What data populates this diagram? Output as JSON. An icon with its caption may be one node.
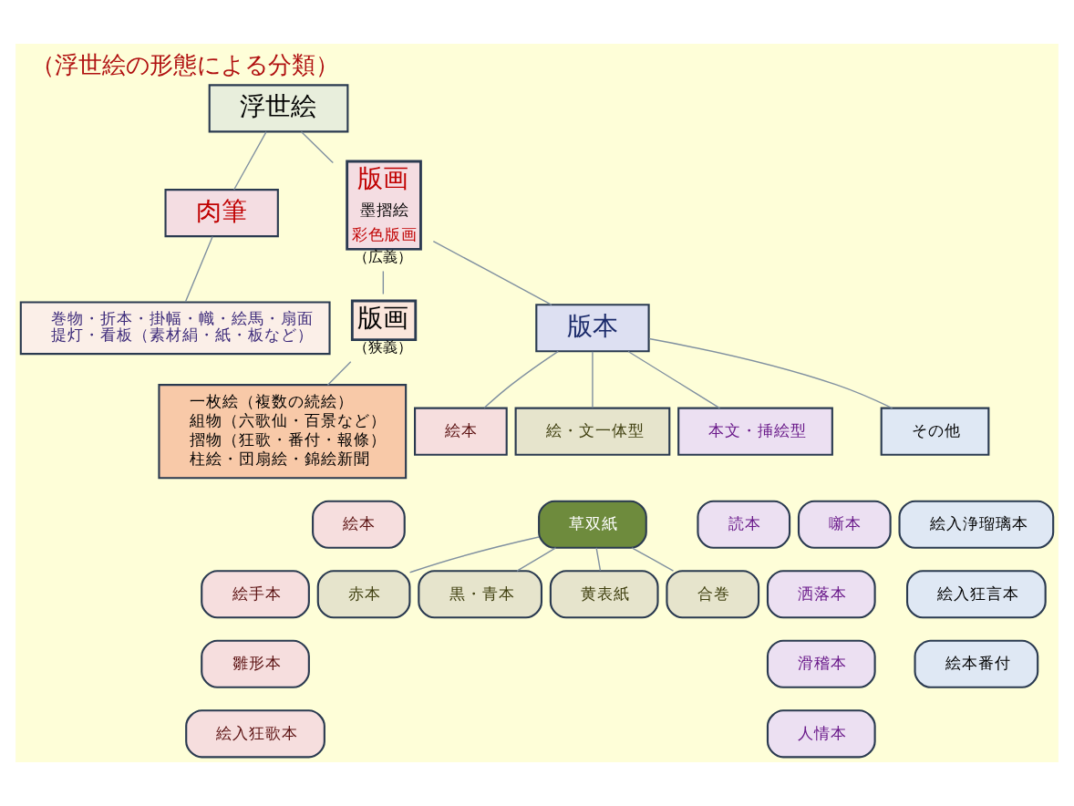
{
  "diagram": {
    "title": "（浮世絵の形態による分類）",
    "nodes": [
      {
        "text": [
          "浮世絵"
        ]
      },
      {
        "text": [
          "肉筆"
        ]
      },
      {
        "text": [
          "巻物・折本・掛幅・幟・絵馬・扇面提灯・看板（素材絹・紙・板など）"
        ]
      },
      {
        "text": [
          "版画",
          "墨摺絵",
          "彩色版画"
        ],
        "beside": [
          "（広義）"
        ]
      },
      {
        "text": [
          "版画"
        ],
        "beside": [
          "（狭義）"
        ]
      },
      {
        "text": [
          "版本"
        ]
      },
      {
        "text": [
          "一枚絵（複数の続絵）",
          "組物（六歌仙・百景など）",
          "摺物（狂歌・番付・報條）",
          "柱絵・団扇絵・錦絵新聞"
        ]
      },
      {
        "text": [
          "絵本"
        ]
      },
      {
        "text": [
          "絵・文一体型"
        ]
      },
      {
        "text": [
          "本文・挿絵型"
        ]
      },
      {
        "text": [
          "その他"
        ]
      },
      {
        "text": [
          "絵本"
        ]
      },
      {
        "text": [
          "絵手本"
        ]
      },
      {
        "text": [
          "雛形本"
        ]
      },
      {
        "text": [
          "絵入狂歌本"
        ]
      },
      {
        "text": [
          "草双紙"
        ]
      },
      {
        "text": [
          "赤本"
        ]
      },
      {
        "text": [
          "黒・青本"
        ]
      },
      {
        "text": [
          "黄表紙"
        ]
      },
      {
        "text": [
          "合巻"
        ]
      },
      {
        "text": [
          "読本"
        ]
      },
      {
        "text": [
          "噺本"
        ]
      },
      {
        "text": [
          "洒落本"
        ]
      },
      {
        "text": [
          "滑稽本"
        ]
      },
      {
        "text": [
          "人情本"
        ]
      },
      {
        "text": [
          "絵入浄瑠璃本"
        ]
      },
      {
        "text": [
          "絵入狂言本"
        ]
      },
      {
        "text": [
          "絵本番付"
        ]
      }
    ],
    "edges": [
      {
        "from": 0,
        "to": 1,
        "arrow": "none"
      },
      {
        "from": 0,
        "to": 3,
        "arrow": "none"
      },
      {
        "from": 1,
        "to": 2,
        "arrow": "none"
      },
      {
        "from": 3,
        "to": 4,
        "arrow": "none"
      },
      {
        "from": 3,
        "to": 5,
        "arrow": "none"
      },
      {
        "from": 4,
        "to": 6,
        "arrow": "none"
      },
      {
        "from": 5,
        "to": 7,
        "arrow": "none"
      },
      {
        "from": 5,
        "to": 8,
        "arrow": "none"
      },
      {
        "from": 5,
        "to": 9,
        "arrow": "none"
      },
      {
        "from": 5,
        "to": 10,
        "arrow": "none"
      },
      {
        "from": 15,
        "to": 16,
        "arrow": "none"
      },
      {
        "from": 15,
        "to": 17,
        "arrow": "none"
      },
      {
        "from": 15,
        "to": 18,
        "arrow": "none"
      },
      {
        "from": 15,
        "to": 19,
        "arrow": "none"
      }
    ]
  }
}
